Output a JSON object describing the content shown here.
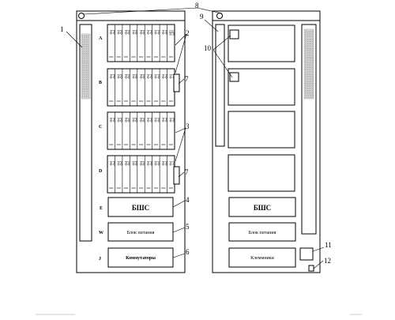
{
  "callouts": {
    "n1": "1",
    "n2": "2",
    "n3": "3",
    "n4": "4",
    "n5": "5",
    "n6": "6",
    "n7a": "7",
    "n7b": "7",
    "n8": "8",
    "n9": "9",
    "n10": "10",
    "n11": "11",
    "n12": "12"
  },
  "rows": {
    "a": "A",
    "b": "B",
    "c": "C",
    "d": "D",
    "e": "E",
    "w": "W",
    "j": "J"
  },
  "module_label": "РФ",
  "module_label_alt": "ЦМ",
  "left_cabinet": {
    "bsh": "БШС",
    "power": "Блок питания",
    "switches": "Коммутаторы"
  },
  "right_cabinet": {
    "bsh": "БШС",
    "power": "Блок питания",
    "terminals": "Клеммники"
  }
}
